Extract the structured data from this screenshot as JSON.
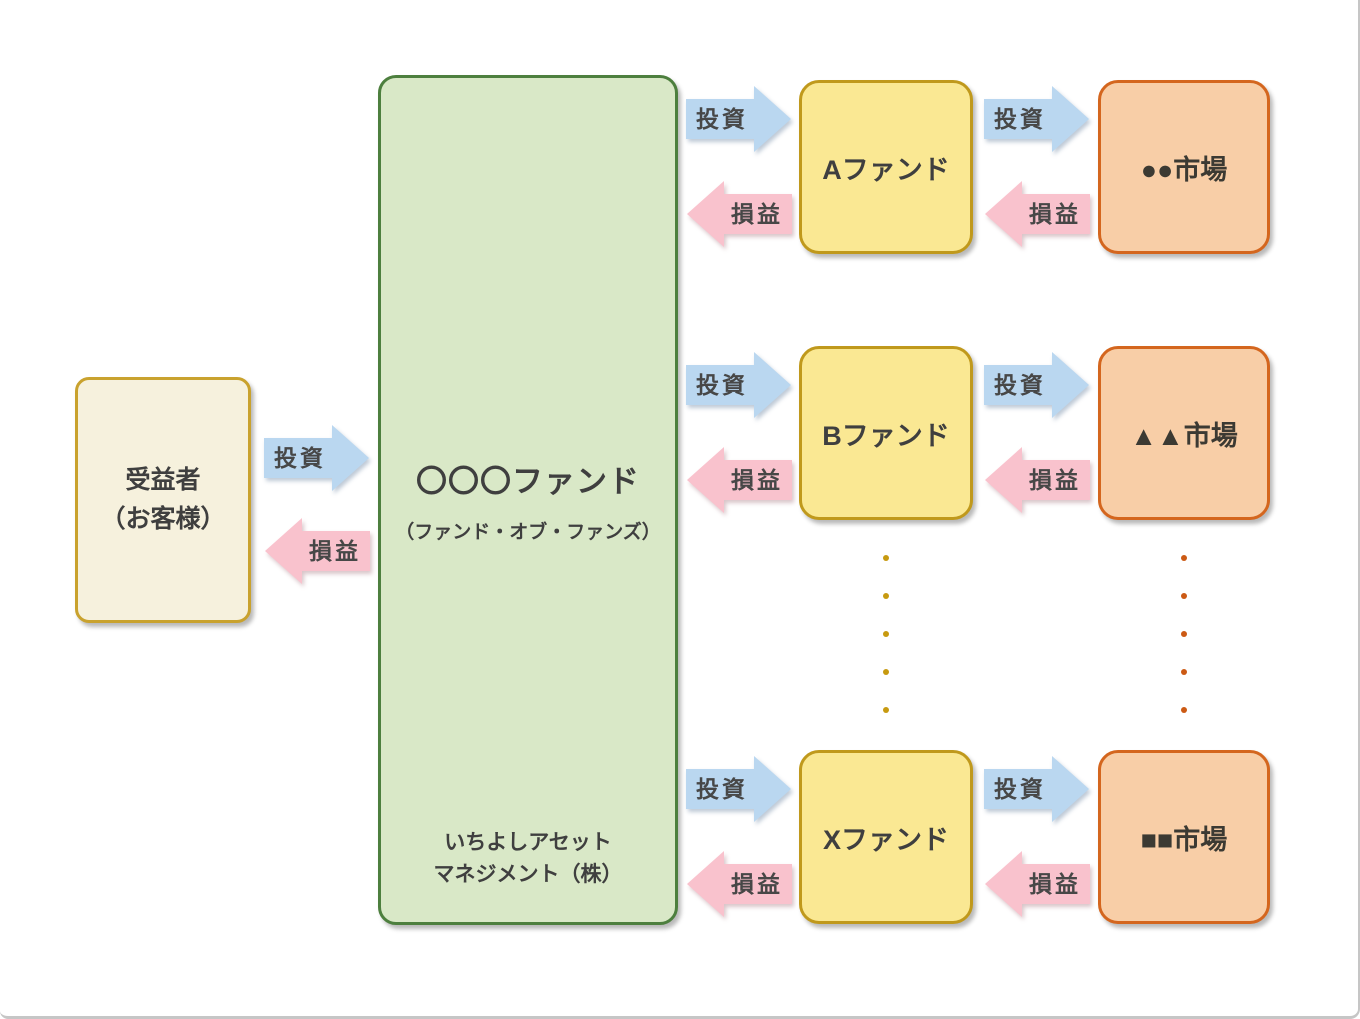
{
  "diagram": {
    "beneficiary": {
      "line1": "受益者",
      "line2": "（お客様）"
    },
    "parent_fund": {
      "title": "〇〇〇ファンド",
      "subtitle": "（ファンド・オブ・ファンズ）",
      "manager_line1": "いちよしアセット",
      "manager_line2": "マネジメント（株）"
    },
    "arrows": {
      "invest": "投資",
      "profit_loss": "損益"
    },
    "rows": [
      {
        "fund": "Aファンド",
        "market": "●●市場"
      },
      {
        "fund": "Bファンド",
        "market": "▲▲市場"
      },
      {
        "fund": "Xファンド",
        "market": "■■市場"
      }
    ],
    "colors": {
      "beneficiary_fill": "#f6f1dd",
      "beneficiary_border": "#c9a22e",
      "parent_fund_fill": "#d9e8c7",
      "parent_fund_border": "#4d7f3e",
      "fund_fill": "#fae893",
      "fund_border": "#c0991c",
      "market_fill": "#f8cea7",
      "market_border": "#d4661e",
      "invest_arrow_fill": "#bad7f0",
      "profit_loss_arrow_fill": "#f9c2cd",
      "fund_dots": "#c79a10",
      "market_dots": "#cc5a14",
      "text": "#3f3f3f",
      "frame_border": "#c6c6c6"
    }
  }
}
